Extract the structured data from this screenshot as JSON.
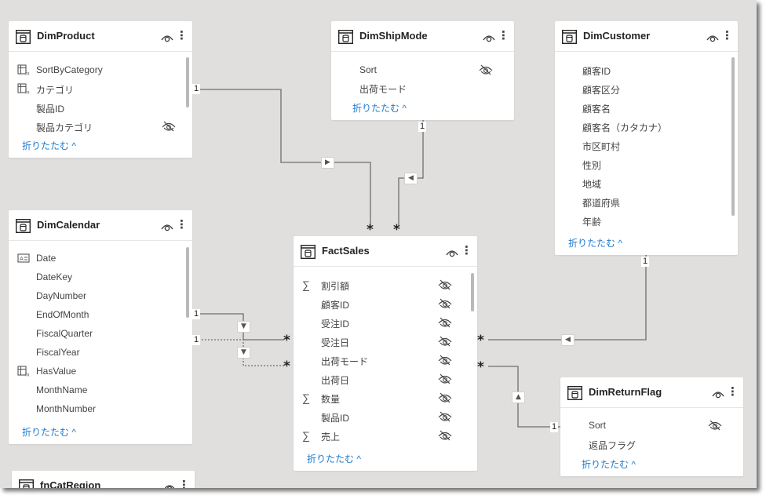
{
  "collapse_label": "折りたたむ ^",
  "tables": [
    {
      "id": "dimproduct",
      "title": "DimProduct",
      "items": [
        {
          "label": "SortByCategory",
          "icon": "calc-column",
          "hidden": false
        },
        {
          "label": "カテゴリ",
          "icon": "calc-column-fx",
          "hidden": false
        },
        {
          "label": "製品ID",
          "icon": "none",
          "hidden": false
        },
        {
          "label": "製品カテゴリ",
          "icon": "none",
          "hidden": true
        }
      ]
    },
    {
      "id": "dimshipmode",
      "title": "DimShipMode",
      "items": [
        {
          "label": "Sort",
          "icon": "none",
          "hidden": true
        },
        {
          "label": "出荷モード",
          "icon": "none",
          "hidden": false
        }
      ]
    },
    {
      "id": "dimcustomer",
      "title": "DimCustomer",
      "items": [
        {
          "label": "顧客ID",
          "icon": "none",
          "hidden": false
        },
        {
          "label": "顧客区分",
          "icon": "none",
          "hidden": false
        },
        {
          "label": "顧客名",
          "icon": "none",
          "hidden": false
        },
        {
          "label": "顧客名（カタカナ）",
          "icon": "none",
          "hidden": false
        },
        {
          "label": "市区町村",
          "icon": "none",
          "hidden": false
        },
        {
          "label": "性別",
          "icon": "none",
          "hidden": false
        },
        {
          "label": "地域",
          "icon": "none",
          "hidden": false
        },
        {
          "label": "都道府県",
          "icon": "none",
          "hidden": false
        },
        {
          "label": "年齢",
          "icon": "none",
          "hidden": false
        }
      ]
    },
    {
      "id": "dimcalendar",
      "title": "DimCalendar",
      "items": [
        {
          "label": "Date",
          "icon": "text-field",
          "hidden": false
        },
        {
          "label": "DateKey",
          "icon": "none",
          "hidden": false
        },
        {
          "label": "DayNumber",
          "icon": "none",
          "hidden": false
        },
        {
          "label": "EndOfMonth",
          "icon": "none",
          "hidden": false
        },
        {
          "label": "FiscalQuarter",
          "icon": "none",
          "hidden": false
        },
        {
          "label": "FiscalYear",
          "icon": "none",
          "hidden": false
        },
        {
          "label": "HasValue",
          "icon": "calc-column",
          "hidden": false
        },
        {
          "label": "MonthName",
          "icon": "none",
          "hidden": false
        },
        {
          "label": "MonthNumber",
          "icon": "none",
          "hidden": false
        }
      ]
    },
    {
      "id": "factsales",
      "title": "FactSales",
      "items": [
        {
          "label": "割引額",
          "icon": "sigma",
          "hidden": true
        },
        {
          "label": "顧客ID",
          "icon": "none",
          "hidden": true
        },
        {
          "label": "受注ID",
          "icon": "none",
          "hidden": true
        },
        {
          "label": "受注日",
          "icon": "none",
          "hidden": true
        },
        {
          "label": "出荷モード",
          "icon": "none",
          "hidden": true
        },
        {
          "label": "出荷日",
          "icon": "none",
          "hidden": true
        },
        {
          "label": "数量",
          "icon": "sigma",
          "hidden": true
        },
        {
          "label": "製品ID",
          "icon": "none",
          "hidden": true
        },
        {
          "label": "売上",
          "icon": "sigma",
          "hidden": true
        }
      ]
    },
    {
      "id": "dimreturnflag",
      "title": "DimReturnFlag",
      "items": [
        {
          "label": "Sort",
          "icon": "none",
          "hidden": true
        },
        {
          "label": "返品フラグ",
          "icon": "none",
          "hidden": false
        }
      ]
    },
    {
      "id": "fncatregion",
      "title": "fnCatRegion",
      "items": []
    }
  ],
  "relationships": [
    {
      "from": "DimProduct",
      "to": "FactSales",
      "one": "1",
      "many": "*",
      "active": true
    },
    {
      "from": "DimShipMode",
      "to": "FactSales",
      "one": "1",
      "many": "*",
      "active": true
    },
    {
      "from": "DimCustomer",
      "to": "FactSales",
      "one": "1",
      "many": "*",
      "active": true
    },
    {
      "from": "DimReturnFlag",
      "to": "FactSales",
      "one": "1",
      "many": "*",
      "active": true
    },
    {
      "from": "DimCalendar",
      "to": "FactSales",
      "one": "1",
      "many": "*",
      "active": true
    },
    {
      "from": "DimCalendar",
      "to": "FactSales",
      "one": "1",
      "many": "*",
      "active": false
    }
  ]
}
